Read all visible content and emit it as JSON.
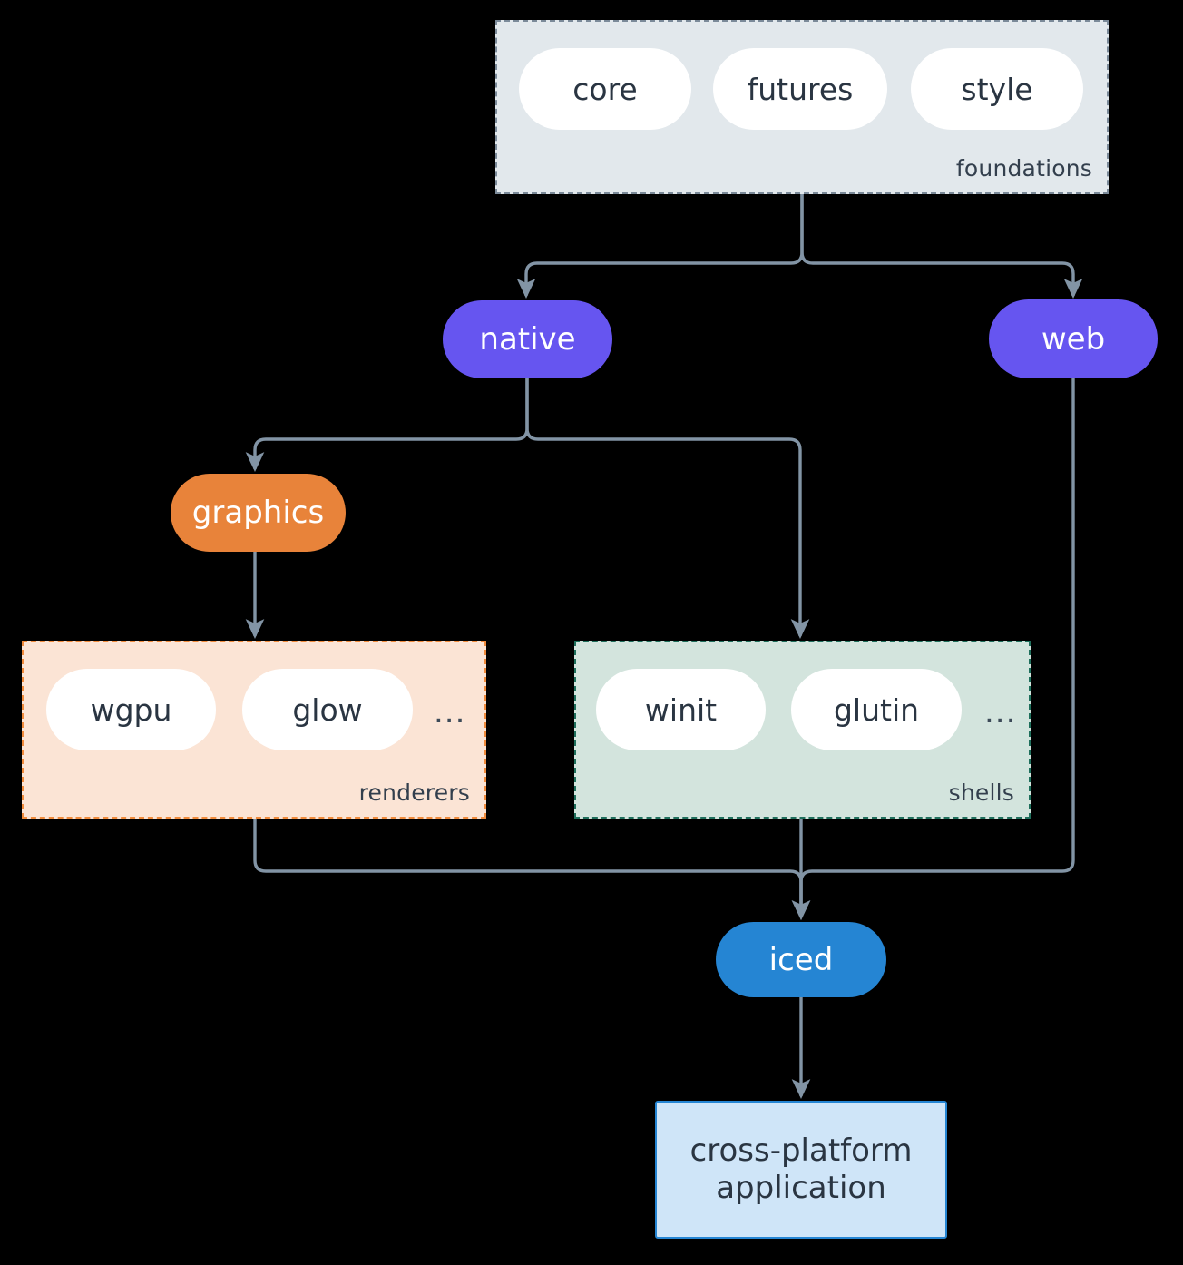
{
  "diagram": {
    "type": "flowchart",
    "direction": "top-down",
    "background": "#000000",
    "edge_color": "#8294a5",
    "nodes": [
      {
        "id": "core",
        "label": "core",
        "shape": "pill",
        "fill": "#ffffff",
        "text_color": "#2a3542",
        "cluster": "foundations"
      },
      {
        "id": "futures",
        "label": "futures",
        "shape": "pill",
        "fill": "#ffffff",
        "text_color": "#2a3542",
        "cluster": "foundations"
      },
      {
        "id": "style",
        "label": "style",
        "shape": "pill",
        "fill": "#ffffff",
        "text_color": "#2a3542",
        "cluster": "foundations"
      },
      {
        "id": "native",
        "label": "native",
        "shape": "stadium",
        "fill": "#6655f0",
        "text_color": "#ffffff"
      },
      {
        "id": "web",
        "label": "web",
        "shape": "stadium",
        "fill": "#6655f0",
        "text_color": "#ffffff"
      },
      {
        "id": "graphics",
        "label": "graphics",
        "shape": "stadium",
        "fill": "#e8833a",
        "text_color": "#ffffff"
      },
      {
        "id": "wgpu",
        "label": "wgpu",
        "shape": "pill",
        "fill": "#ffffff",
        "text_color": "#2a3542",
        "cluster": "renderers"
      },
      {
        "id": "glow",
        "label": "glow",
        "shape": "pill",
        "fill": "#ffffff",
        "text_color": "#2a3542",
        "cluster": "renderers"
      },
      {
        "id": "winit",
        "label": "winit",
        "shape": "pill",
        "fill": "#ffffff",
        "text_color": "#2a3542",
        "cluster": "shells"
      },
      {
        "id": "glutin",
        "label": "glutin",
        "shape": "pill",
        "fill": "#ffffff",
        "text_color": "#2a3542",
        "cluster": "shells"
      },
      {
        "id": "iced",
        "label": "iced",
        "shape": "stadium",
        "fill": "#2585d3",
        "text_color": "#ffffff"
      },
      {
        "id": "app",
        "label": "cross-platform application",
        "shape": "rect",
        "fill": "#cfe5f8",
        "border": "#2585d3",
        "text_color": "#2a3542"
      }
    ],
    "clusters": [
      {
        "id": "foundations",
        "label": "foundations",
        "fill": "#e2e8ec",
        "border": "#7b8a99",
        "border_style": "dashed",
        "members": [
          "core",
          "futures",
          "style"
        ]
      },
      {
        "id": "renderers",
        "label": "renderers",
        "fill": "#fbe4d5",
        "border": "#f08b3c",
        "border_style": "dashed",
        "members": [
          "wgpu",
          "glow",
          "..."
        ]
      },
      {
        "id": "shells",
        "label": "shells",
        "fill": "#d3e4dd",
        "border": "#1f6f5c",
        "border_style": "dashed",
        "members": [
          "winit",
          "glutin",
          "..."
        ]
      }
    ],
    "edges": [
      {
        "from": "foundations",
        "to": "native",
        "arrow": true
      },
      {
        "from": "foundations",
        "to": "web",
        "arrow": true
      },
      {
        "from": "native",
        "to": "graphics",
        "arrow": true
      },
      {
        "from": "native",
        "to": "shells",
        "arrow": true
      },
      {
        "from": "graphics",
        "to": "renderers",
        "arrow": true
      },
      {
        "from": "renderers",
        "to": "iced",
        "arrow": true
      },
      {
        "from": "shells",
        "to": "iced",
        "arrow": true
      },
      {
        "from": "web",
        "to": "iced",
        "arrow": true
      },
      {
        "from": "iced",
        "to": "app",
        "arrow": true
      }
    ]
  },
  "foundations": {
    "label": "foundations",
    "pills": [
      {
        "label": "core"
      },
      {
        "label": "futures"
      },
      {
        "label": "style"
      }
    ]
  },
  "renderers": {
    "label": "renderers",
    "pills": [
      {
        "label": "wgpu"
      },
      {
        "label": "glow"
      }
    ],
    "more": "..."
  },
  "shells": {
    "label": "shells",
    "pills": [
      {
        "label": "winit"
      },
      {
        "label": "glutin"
      }
    ],
    "more": "..."
  },
  "nodes": {
    "native": "native",
    "web": "web",
    "graphics": "graphics",
    "iced": "iced",
    "app_line1": "cross-platform",
    "app_line2": "application"
  }
}
